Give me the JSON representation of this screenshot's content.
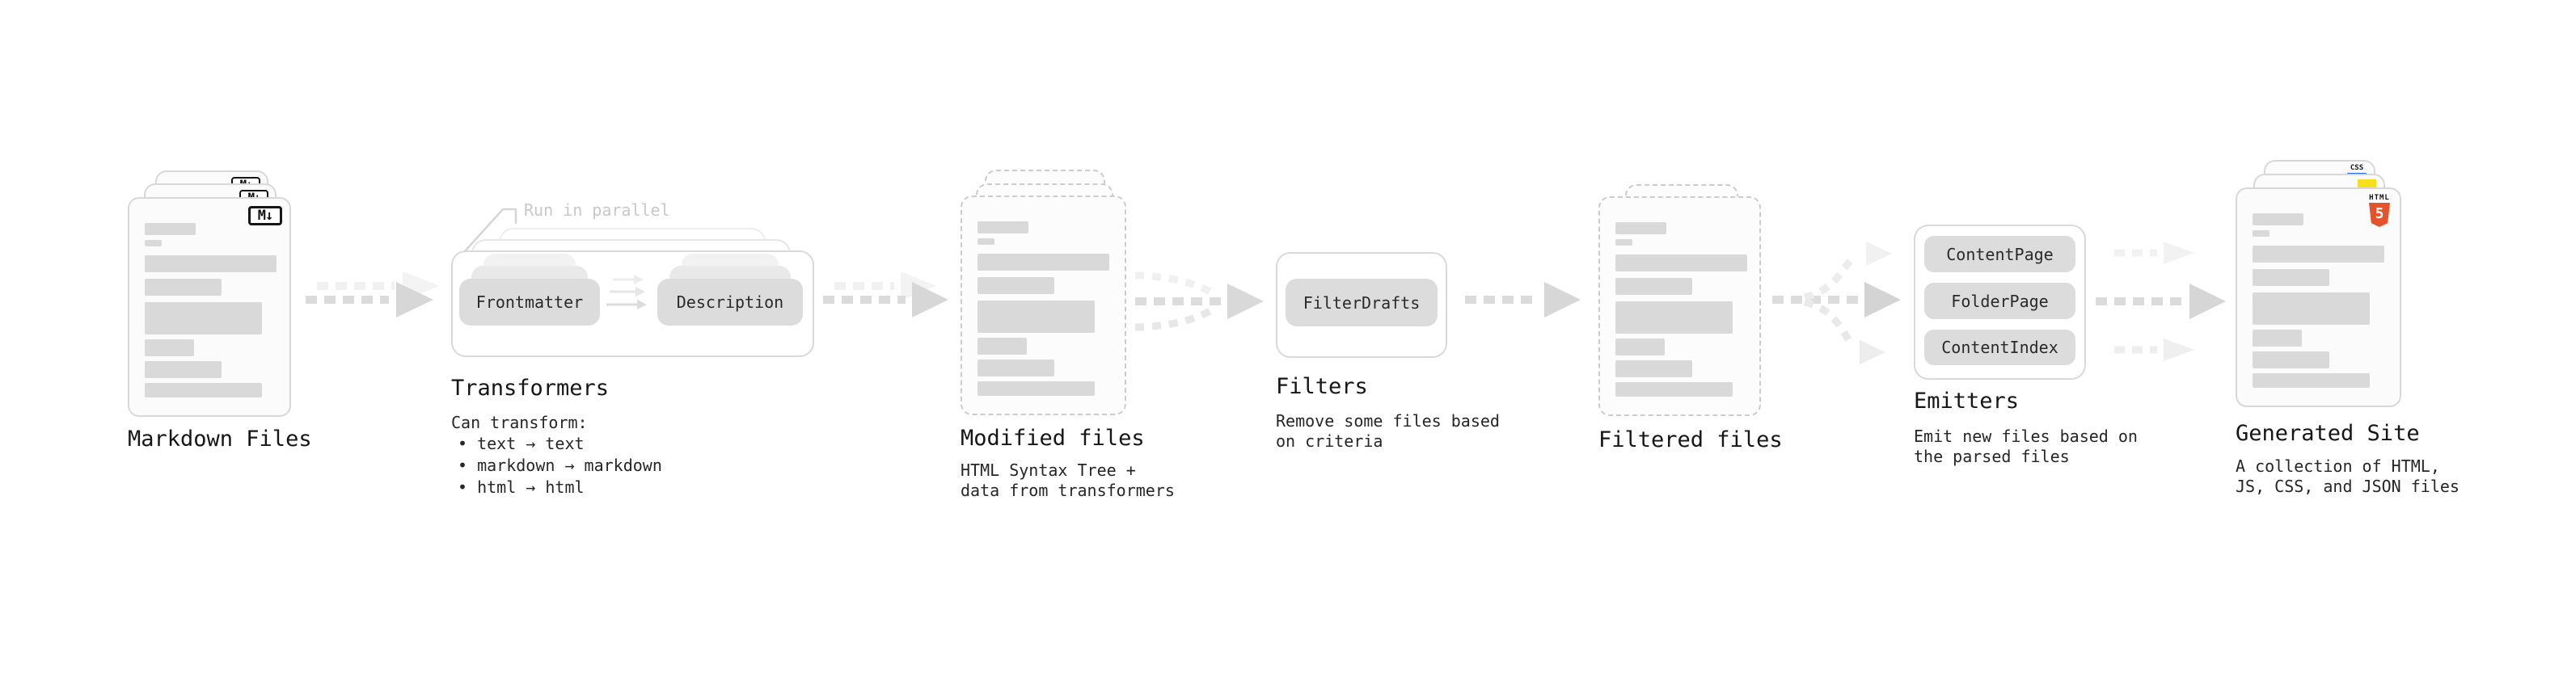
{
  "colors": {
    "canvas_bg": "#ffffff",
    "card_border": "#d8d8d8",
    "dashed_border": "#cccccc",
    "text_bar": "#d9d9d9",
    "pill_fill": "#dcdcdc",
    "arrow_main": "#dbdbdb",
    "arrow_light": "#efefef",
    "note_text": "#c8c8c8",
    "label_text": "#161616",
    "markdown_icon_black": "#161616",
    "html5_orange": "#e5532d",
    "js_yellow": "#f7df1e",
    "css_blue": "#2563eb"
  },
  "stages": {
    "markdown_files": {
      "label": "Markdown Files",
      "icon": "M↓"
    },
    "transformers": {
      "label": "Transformers",
      "note": "Run in parallel",
      "boxes": [
        "Frontmatter",
        "Description"
      ],
      "desc_title": "Can transform:",
      "bullets": [
        "• text → text",
        "• markdown → markdown",
        "• html → html"
      ]
    },
    "modified_files": {
      "label": "Modified files",
      "desc": [
        "HTML Syntax Tree +",
        "data from transformers"
      ]
    },
    "filters": {
      "label": "Filters",
      "box": "FilterDrafts",
      "desc": [
        "Remove some files based",
        "on criteria"
      ]
    },
    "filtered_files": {
      "label": "Filtered files"
    },
    "emitters": {
      "label": "Emitters",
      "boxes": [
        "ContentPage",
        "FolderPage",
        "ContentIndex"
      ],
      "desc": [
        "Emit new files based on",
        "the parsed files"
      ]
    },
    "generated_site": {
      "label": "Generated Site",
      "desc": [
        "A collection of HTML,",
        "JS, CSS, and JSON files"
      ],
      "icons": {
        "html_label": "HTML",
        "html_number": "5",
        "css": "CSS"
      }
    }
  }
}
